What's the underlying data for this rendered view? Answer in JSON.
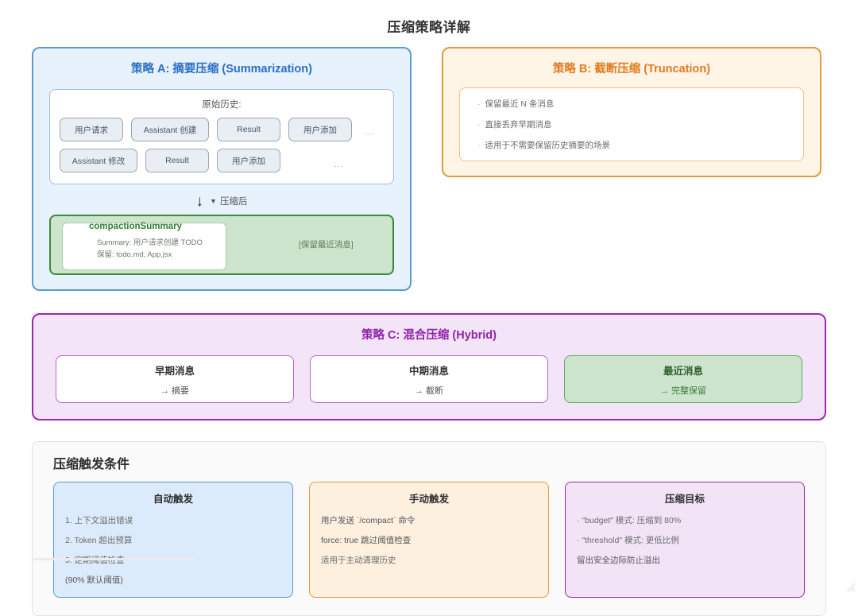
{
  "page": {
    "title": "压缩策略详解"
  },
  "strategy_a": {
    "title": "策略 A: 摘要压缩 (Summarization)",
    "history_label": "原始历史:",
    "history_row1": [
      "用户请求",
      "Assistant 创建",
      "Result",
      "用户添加"
    ],
    "history_row1_ellipsis": "...",
    "history_row2": [
      "Assistant 修改",
      "Result",
      "用户添加"
    ],
    "history_row2_ellipsis": "...",
    "arrow_icon": "down-arrow-icon",
    "arrow_caret": "▼",
    "arrow_caption": "压缩后",
    "summary_title": "compactionSummary",
    "summary_line1": "Summary: 用户请求创建 TODO",
    "summary_line2": "保留: todo.md, App.jsx",
    "kept_tag": "[保留最近消息]"
  },
  "strategy_b": {
    "title": "策略 B: 截断压缩 (Truncation)",
    "bullet_char": "·",
    "bullets": [
      "保留最近 N 条消息",
      "直接丢弃早期消息",
      "适用于不需要保留历史摘要的场景"
    ]
  },
  "strategy_c": {
    "title": "策略 C: 混合压缩 (Hybrid)",
    "boxes": [
      {
        "title": "早期消息",
        "sub": "→ 摘要",
        "variant": "white"
      },
      {
        "title": "中期消息",
        "sub": "→ 截断",
        "variant": "white"
      },
      {
        "title": "最近消息",
        "sub": "→ 完整保留",
        "variant": "green"
      }
    ]
  },
  "triggers": {
    "title": "压缩触发条件",
    "auto": {
      "title": "自动触发",
      "lines": [
        "1. 上下文溢出错误",
        "2. Token 超出预算",
        "3. 定期阈值检查",
        "(90% 默认阈值)"
      ]
    },
    "manual": {
      "title": "手动触发",
      "lines": [
        "用户发送 `/compact` 命令",
        "force: true 跳过阈值检查",
        "适用于主动清理历史"
      ]
    },
    "target": {
      "title": "压缩目标",
      "lines": [
        "· \"budget\" 模式: 压缩到 80%",
        "· \"threshold\" 模式: 更低比例",
        "留出安全边际防止溢出"
      ]
    }
  },
  "colors": {
    "blue_accent": "#2a6ec4",
    "orange_accent": "#e07b20",
    "purple_accent": "#8e24aa",
    "green_accent": "#2e7d32"
  }
}
